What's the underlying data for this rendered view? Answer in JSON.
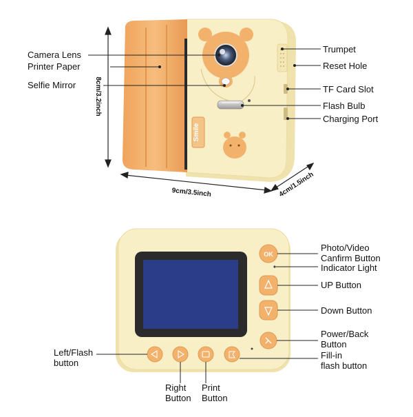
{
  "top_view": {
    "labels": {
      "camera_lens": "Camera Lens",
      "printer_paper": "Printer Paper",
      "selfie_mirror": "Selfie Mirror",
      "trumpet": "Trumpet",
      "reset_hole": "Reset Hole",
      "tf_card_slot": "TF Card Slot",
      "flash_bulb": "Flash Bulb",
      "charging_port": "Charging Port"
    },
    "body_text": "Smile",
    "dimensions": {
      "height": "8cm/3.2inch",
      "width": "9cm/3.5inch",
      "depth": "4cm/1.5inch"
    }
  },
  "back_view": {
    "labels": {
      "photo_video_line1": "Photo/Video",
      "photo_video_line2": "Canfirm Button",
      "indicator_light": "Indicator Light",
      "up_button": "UP Button",
      "down_button": "Down Button",
      "power_back_line1": "Power/Back",
      "power_back_line2": "Button",
      "fill_in_line1": "Fill-in",
      "fill_in_line2": "flash button",
      "left_flash_line1": "Left/Flash",
      "left_flash_line2": "button",
      "right_line1": "Right",
      "right_line2": "Button",
      "print_line1": "Print",
      "print_line2": "Button"
    },
    "ok_text": "OK"
  },
  "colors": {
    "body_cream": "#f7eec1",
    "body_edge": "#ead9a0",
    "orange": "#f2b26c",
    "orange_dark": "#e09a50",
    "screen": "#2a3d86",
    "bezel": "#2b2b2b"
  }
}
